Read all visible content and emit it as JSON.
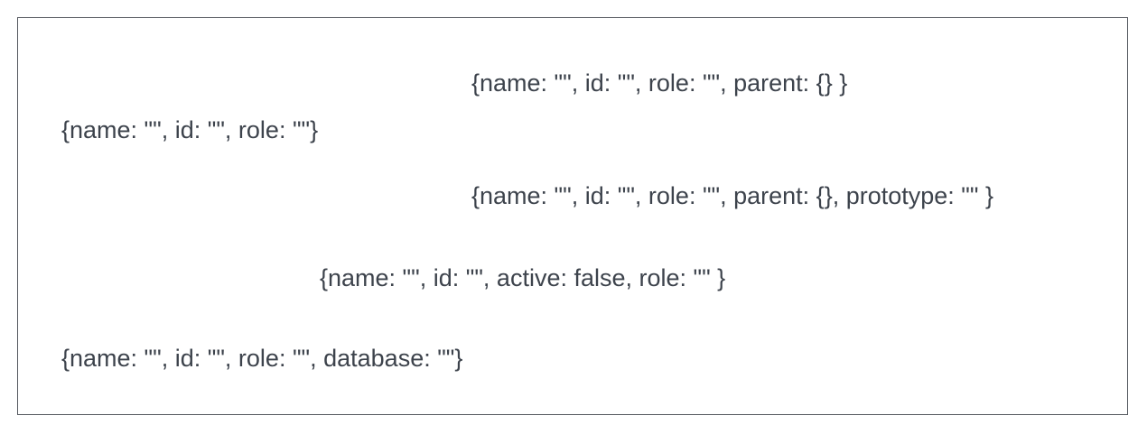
{
  "objects": [
    {
      "text": "{name: \"\", id: \"\", role: \"\", parent: {} }"
    },
    {
      "text": "{name: \"\", id: \"\", role: \"\"}"
    },
    {
      "text": "{name: \"\", id: \"\", role: \"\", parent: {}, prototype: \"\" }"
    },
    {
      "text": "{name: \"\", id: \"\", active: false, role: \"\" }"
    },
    {
      "text": "{name: \"\", id: \"\", role: \"\", database: \"\"}"
    }
  ],
  "colors": {
    "text": "#3d434c",
    "border": "#55595f",
    "background": "#ffffff"
  }
}
